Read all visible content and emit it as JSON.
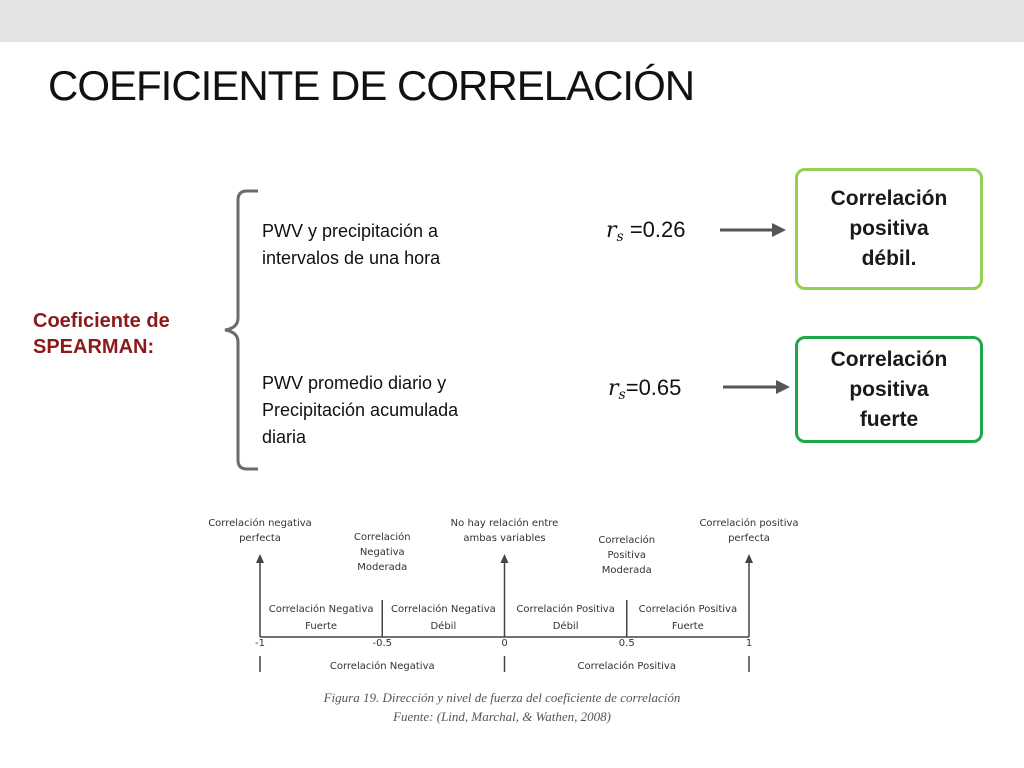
{
  "slide": {
    "title": "COEFICIENTE DE CORRELACIÓN",
    "spearman_label": [
      "Coeficiente de",
      "SPEARMAN:"
    ],
    "cases": [
      {
        "description": [
          "PWV y precipitación a",
          "intervalos de una hora"
        ],
        "rs_symbol": "r",
        "rs_subscript": "s",
        "rs_value": " =0.26",
        "result": [
          "Correlación",
          "positiva",
          "débil."
        ]
      },
      {
        "description": [
          "PWV promedio diario y",
          "Precipitación acumulada",
          "diaria"
        ],
        "rs_symbol": "r",
        "rs_subscript": "s",
        "rs_value": "=0.65",
        "result": [
          "Correlación",
          "positiva",
          "fuerte"
        ]
      }
    ],
    "colors": {
      "spearman_text": "#8b1a1a",
      "box_weak_border": "#92d050",
      "box_strong_border": "#1fa84a",
      "arrow": "#555555"
    }
  },
  "scale": {
    "top_labels": [
      {
        "lines": [
          "Correlación negativa",
          "perfecta"
        ]
      },
      {
        "lines": [
          "Correlación",
          "Negativa",
          "Moderada"
        ]
      },
      {
        "lines": [
          "No hay relación entre",
          "ambas variables"
        ]
      },
      {
        "lines": [
          "Correlación",
          "Positiva",
          "Moderada"
        ]
      },
      {
        "lines": [
          "Correlación positiva",
          "perfecta"
        ]
      }
    ],
    "segments": [
      {
        "lines": [
          "Correlación Negativa",
          "Fuerte"
        ]
      },
      {
        "lines": [
          "Correlación Negativa",
          "Débil"
        ]
      },
      {
        "lines": [
          "Correlación Positiva",
          "Débil"
        ]
      },
      {
        "lines": [
          "Correlación Positiva",
          "Fuerte"
        ]
      }
    ],
    "ticks": [
      "-1",
      "-0.5",
      "0",
      "0.5",
      "1"
    ],
    "tick_values": [
      -1,
      -0.5,
      0,
      0.5,
      1
    ],
    "bottom_labels": [
      "Correlación Negativa",
      "Correlación Positiva"
    ],
    "caption": [
      "Figura 19. Dirección y nivel de fuerza del coeficiente de correlación",
      "Fuente: (Lind, Marchal, & Wathen, 2008)"
    ]
  }
}
